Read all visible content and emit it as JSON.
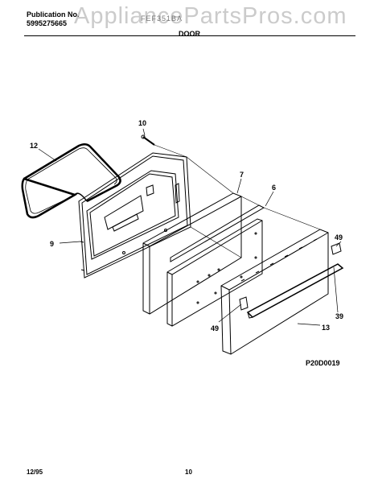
{
  "header": {
    "publication_label": "Publication No.",
    "publication_number": "5995275665",
    "watermark": "AppliancePartsPros.com",
    "model": "FEF351BA",
    "section_title": "DOOR"
  },
  "diagram": {
    "callouts": [
      "10",
      "12",
      "7",
      "6",
      "9",
      "49",
      "39",
      "49",
      "13"
    ],
    "figure_code": "P20D0019"
  },
  "footer": {
    "date": "12/95",
    "page": "10"
  }
}
